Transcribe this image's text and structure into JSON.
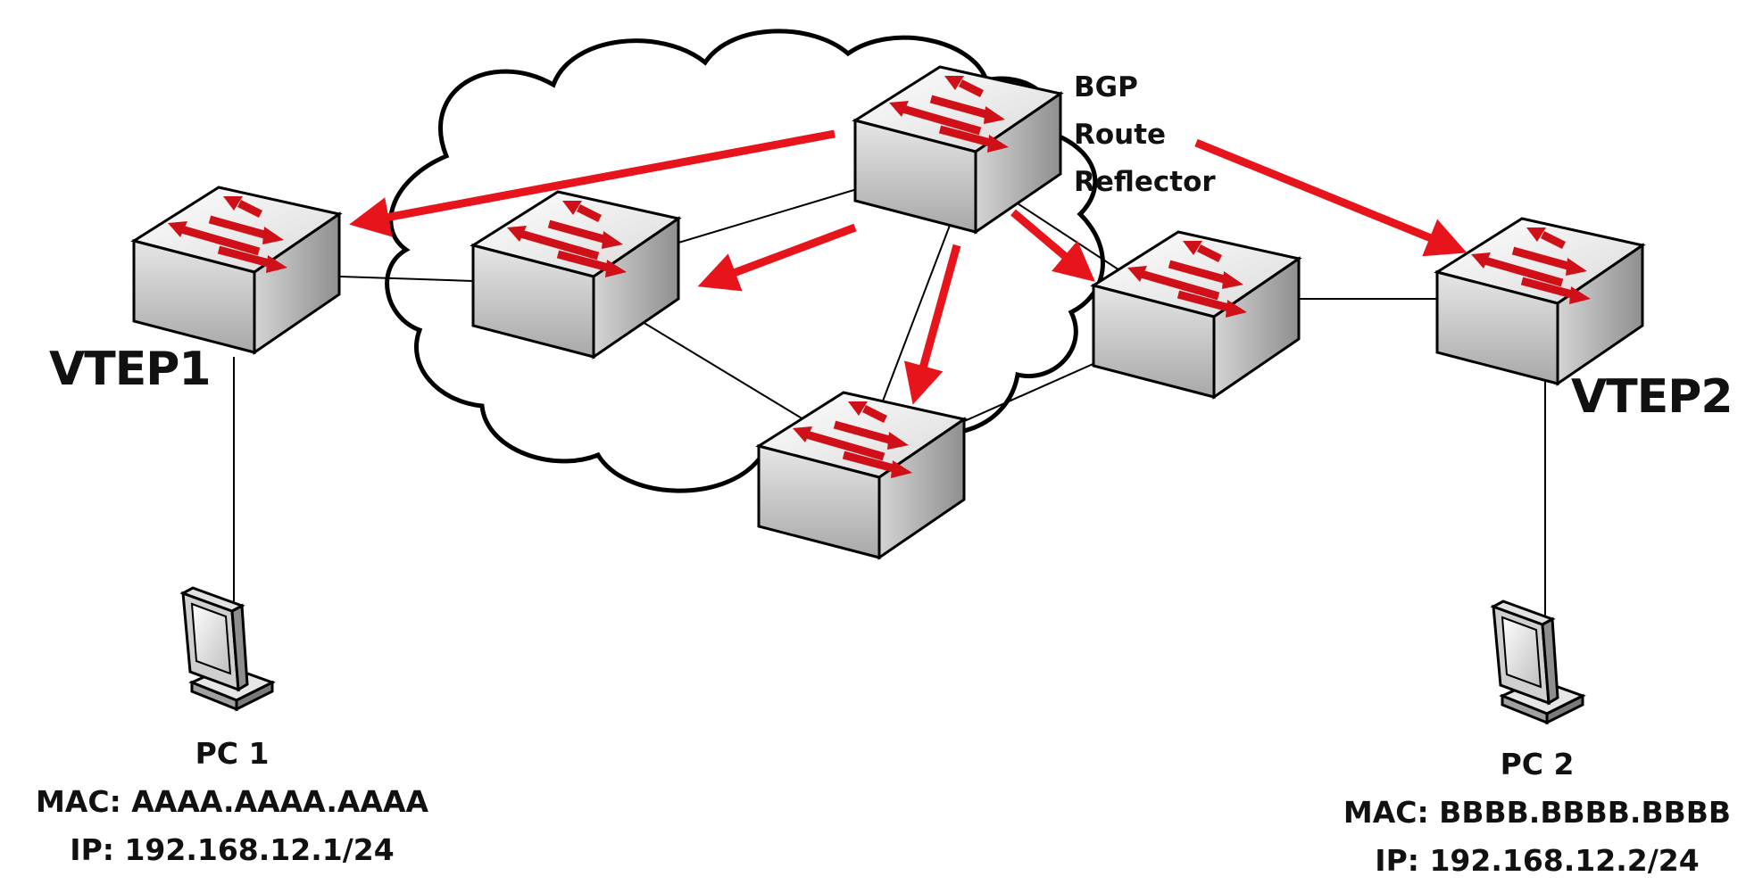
{
  "diagram": {
    "labels": {
      "vtep1": "VTEP1",
      "vtep2": "VTEP2",
      "route_reflector": [
        "BGP",
        "Route",
        "Reflector"
      ]
    },
    "pc1": {
      "name": "PC 1",
      "mac": "MAC: AAAA.AAAA.AAAA",
      "ip": "IP: 192.168.12.1/24"
    },
    "pc2": {
      "name": "PC 2",
      "mac": "MAC: BBBB.BBBB.BBBB",
      "ip": "IP: 192.168.12.2/24"
    },
    "colors": {
      "arrow": "#e8141b",
      "outline": "#000000",
      "switch_top": "#f2f2f2",
      "switch_side": "#c9c9c9"
    }
  }
}
